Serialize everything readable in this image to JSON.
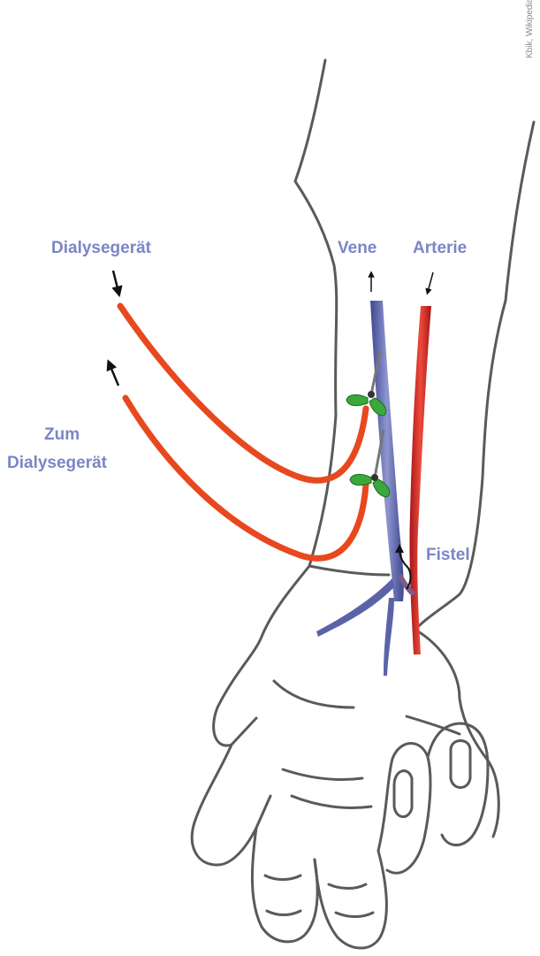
{
  "labels": {
    "dialysis_in": "Dialysegerät",
    "dialysis_out_line1": "Zum",
    "dialysis_out_line2": "Dialysegerät",
    "vein": "Vene",
    "artery": "Arterie",
    "fistula": "Fistel"
  },
  "credit": "Kbik, Wikipedia",
  "colors": {
    "label_text": "#7b86c6",
    "tube": "#e8481e",
    "vein": "#5b63a8",
    "artery": "#d4272a",
    "needle_wing": "#3aa83a",
    "outline": "#5a5a5a"
  }
}
